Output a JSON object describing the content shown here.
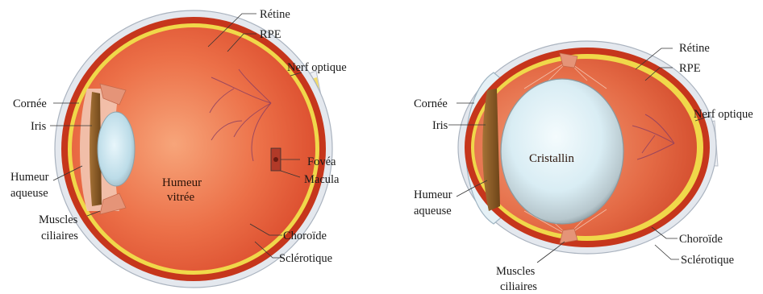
{
  "left_eye": {
    "labels": {
      "retine": "Rétine",
      "rpe": "RPE",
      "nerf_optique": "Nerf optique",
      "cornee": "Cornée",
      "iris": "Iris",
      "humeur_aqueuse_1": "Humeur",
      "humeur_aqueuse_2": "aqueuse",
      "muscles_1": "Muscles",
      "muscles_2": "ciliaires",
      "fovea": "Fovéa",
      "macula": "Macula",
      "choroide": "Choroïde",
      "sclerotique": "Sclérotique",
      "humeur_vitree_1": "Humeur",
      "humeur_vitree_2": "vitrée"
    }
  },
  "right_eye": {
    "labels": {
      "retine": "Rétine",
      "rpe": "RPE",
      "nerf_optique": "Nerf optique",
      "cornee": "Cornée",
      "iris": "Iris",
      "humeur_aqueuse_1": "Humeur",
      "humeur_aqueuse_2": "aqueuse",
      "cristallin": "Cristallin",
      "muscles_1": "Muscles",
      "muscles_2": "ciliaires",
      "choroide": "Choroïde",
      "sclerotique": "Sclérotique"
    }
  },
  "colors": {
    "sclera": "#e4e8ee",
    "choroid": "#c6361c",
    "retina": "#f0d84a",
    "vitreous": "#e4603c",
    "lens": "#cfe6ef",
    "iris": "#8a5a2a",
    "nerve": "#f3dc6a"
  }
}
